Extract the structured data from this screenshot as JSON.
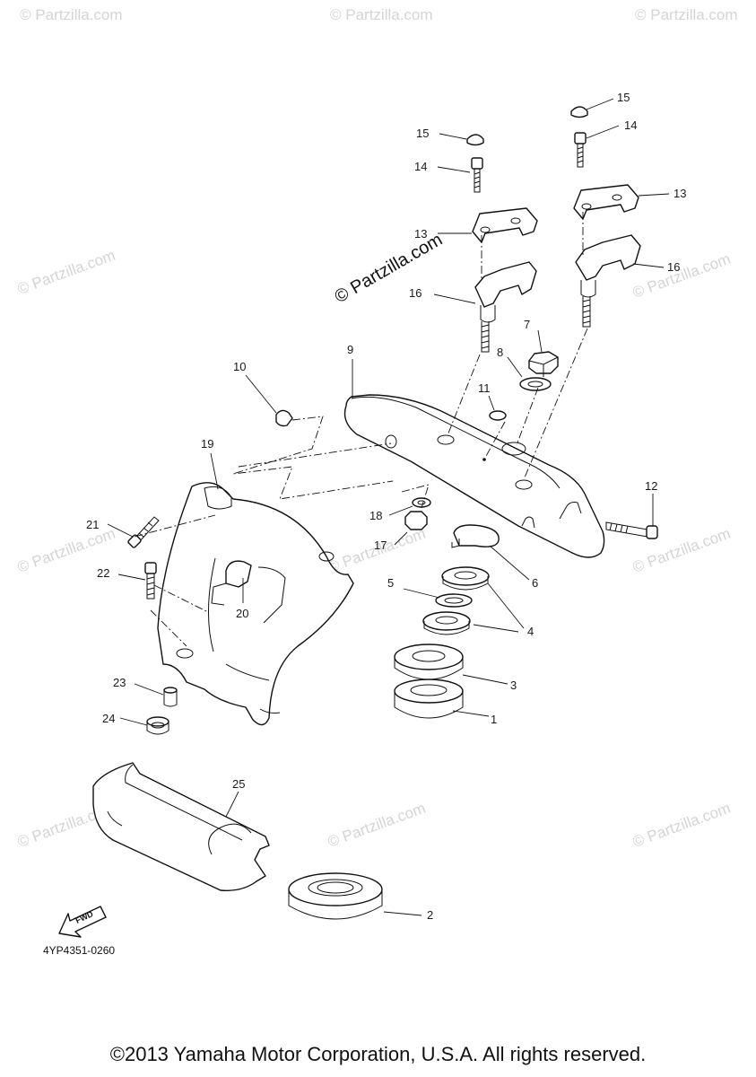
{
  "diagram": {
    "drawing_code": "4YP4351-0260",
    "fwd_label": "FWD",
    "watermark_main": "© Partzilla.com",
    "watermark_faint": "© Partzilla.com",
    "copyright": "©2013 Yamaha Motor Corporation, U.S.A. All rights reserved.",
    "callouts": {
      "c1": "1",
      "c2": "2",
      "c3": "3",
      "c4": "4",
      "c5": "5",
      "c6": "6",
      "c7": "7",
      "c8": "8",
      "c9": "9",
      "c10": "10",
      "c11": "11",
      "c12": "12",
      "c13a": "13",
      "c13b": "13",
      "c14a": "14",
      "c14b": "14",
      "c15a": "15",
      "c15b": "15",
      "c16a": "16",
      "c16b": "16",
      "c17": "17",
      "c18": "18",
      "c19": "19",
      "c20": "20",
      "c21": "21",
      "c22": "22",
      "c23": "23",
      "c24": "24",
      "c25": "25"
    }
  }
}
